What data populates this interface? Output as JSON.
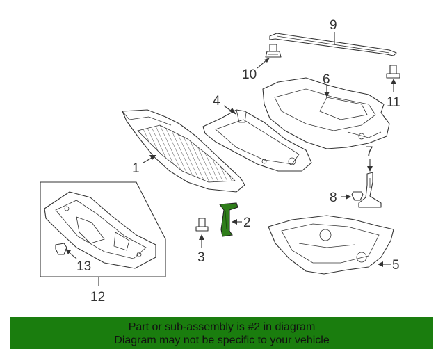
{
  "callouts": {
    "c1": "1",
    "c2": "2",
    "c3": "3",
    "c4": "4",
    "c5": "5",
    "c6": "6",
    "c7": "7",
    "c8": "8",
    "c9": "9",
    "c10": "10",
    "c11": "11",
    "c12": "12",
    "c13": "13"
  },
  "highlight_part": "2",
  "colors": {
    "banner_bg": "#1a7d0e",
    "highlight_part": "#2f7d1a",
    "line": "#333333"
  },
  "banner": {
    "line1": "Part or sub-assembly is #2 in diagram",
    "line2": "Diagram may not be specific to your vehicle"
  }
}
